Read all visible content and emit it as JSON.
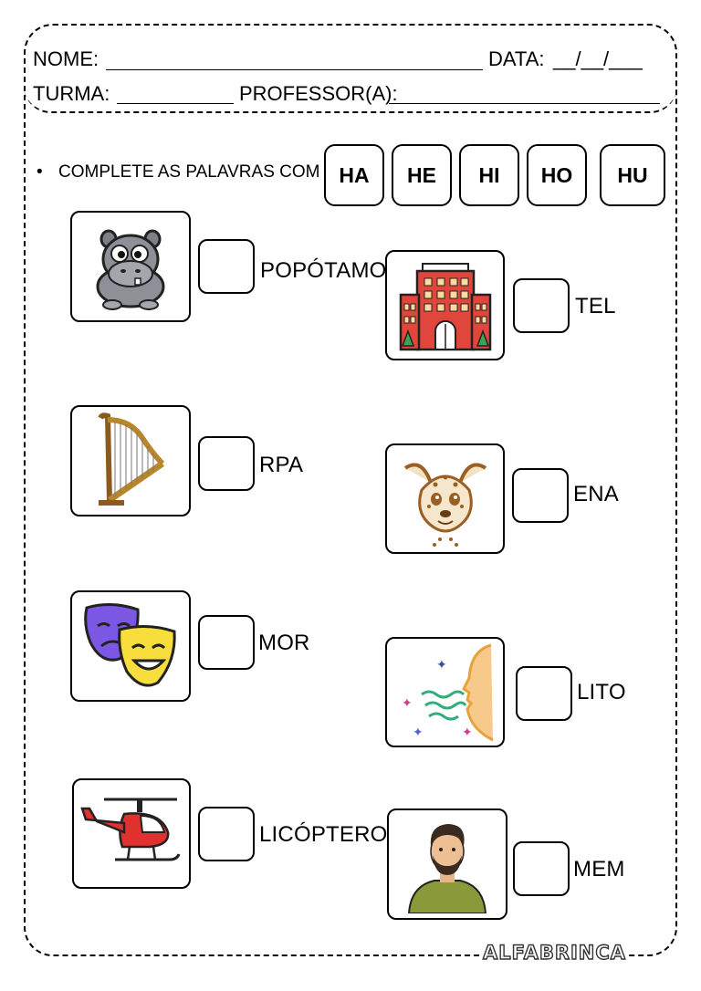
{
  "header": {
    "name_label": "NOME:",
    "date_label": "DATA:",
    "date_blanks": "__/__/___",
    "class_label": "TURMA:",
    "teacher_label": "PROFESSOR(A):"
  },
  "instruction": {
    "bullet": "•",
    "text": "COMPLETE AS PALAVRAS COM"
  },
  "syllables": [
    "HA",
    "HE",
    "HI",
    "HO",
    "HU"
  ],
  "items": [
    {
      "word": "POPÓTAMO",
      "icon": "hippo-icon"
    },
    {
      "word": "TEL",
      "icon": "hotel-icon"
    },
    {
      "word": "RPA",
      "icon": "harp-icon"
    },
    {
      "word": "ENA",
      "icon": "hyena-icon"
    },
    {
      "word": "MOR",
      "icon": "theater-masks-icon"
    },
    {
      "word": "LITO",
      "icon": "breath-icon"
    },
    {
      "word": "LICÓPTERO",
      "icon": "helicopter-icon"
    },
    {
      "word": "MEM",
      "icon": "man-icon"
    }
  ],
  "brand": "ALFABRINCA"
}
